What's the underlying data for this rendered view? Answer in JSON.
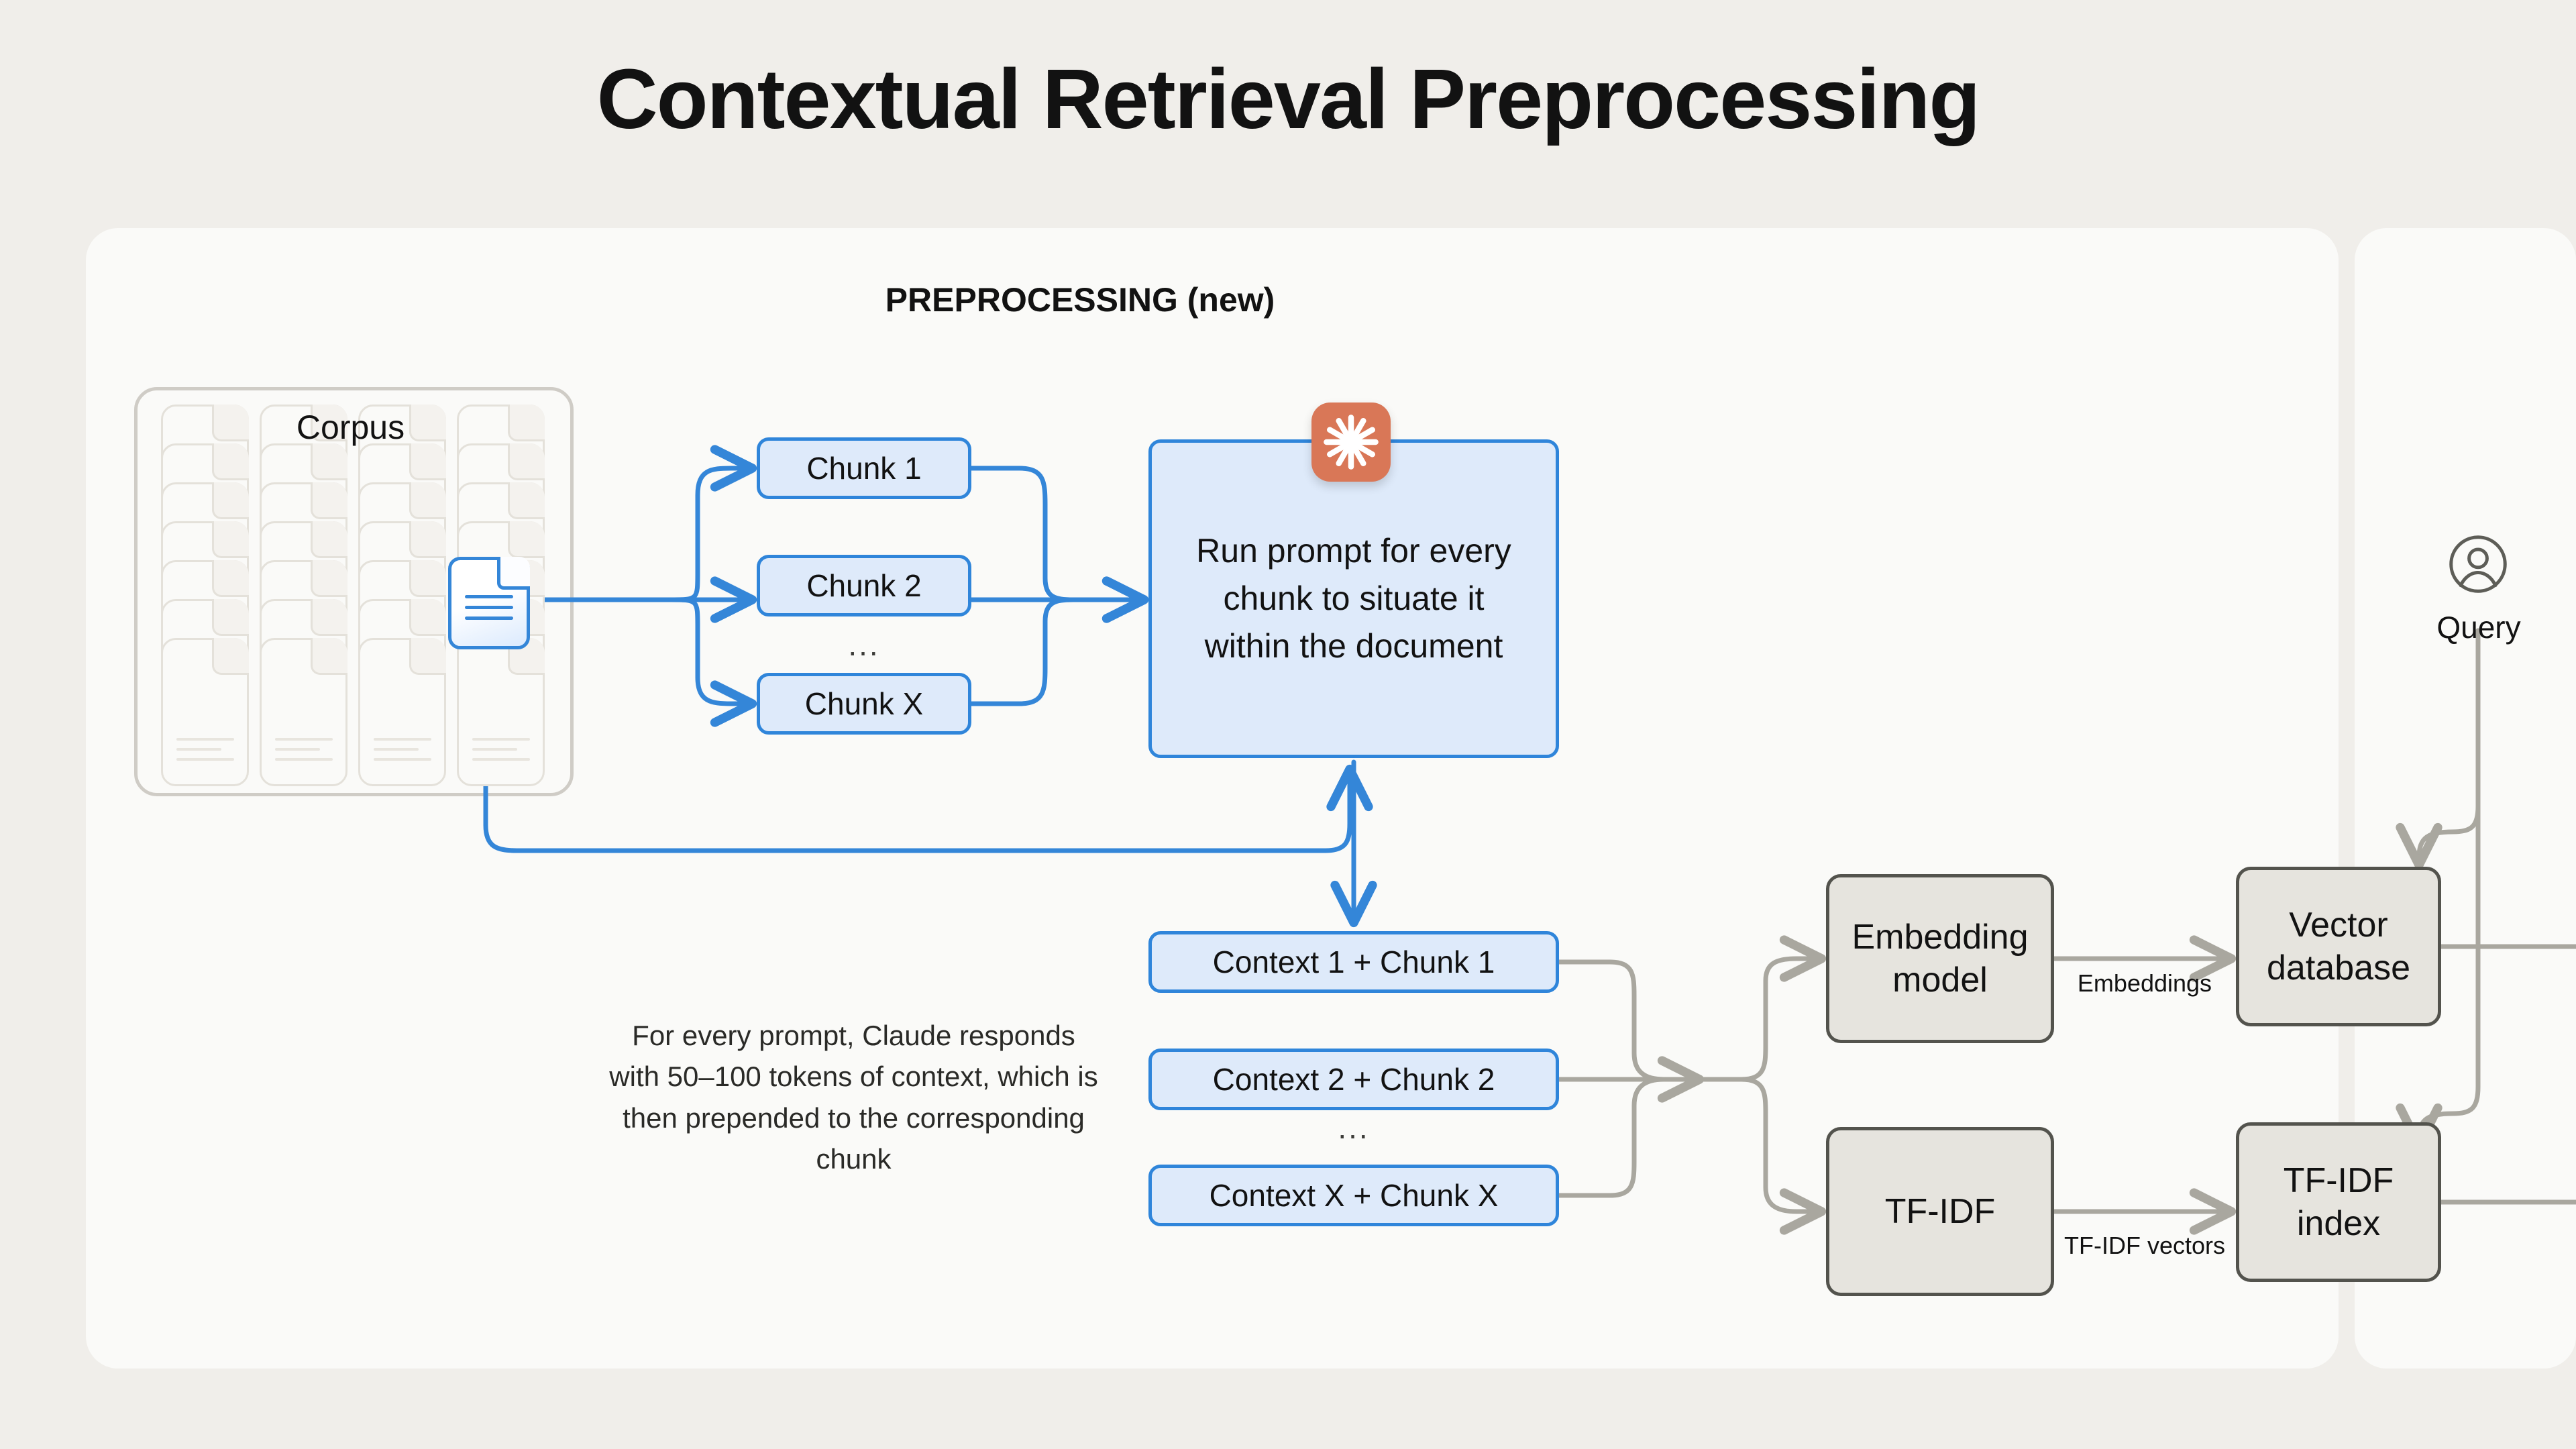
{
  "title": "Contextual Retrieval Preprocessing",
  "section": {
    "label": "PREPROCESSING (new)"
  },
  "corpus": {
    "label": "Corpus",
    "columns": 4,
    "docs_per_column": 7
  },
  "chunks": [
    {
      "label": "Chunk 1"
    },
    {
      "label": "Chunk 2"
    },
    {
      "label": "Chunk X"
    }
  ],
  "chunk_ellipsis": "...",
  "prompt": {
    "text": "Run prompt for every chunk to situate it within the document",
    "badge_icon": "claude-starburst-icon",
    "badge_color": "#d97757"
  },
  "note": "For every prompt, Claude responds with 50–100 tokens of context, which is then prepended to the corresponding chunk",
  "contexts": [
    {
      "label": "Context 1 + Chunk 1"
    },
    {
      "label": "Context 2 + Chunk 2"
    },
    {
      "label": "Context X + Chunk X"
    }
  ],
  "context_ellipsis": "...",
  "pipeline": {
    "embedding_model": "Embedding model",
    "tfidf": "TF-IDF",
    "vector_database": "Vector database",
    "tfidf_index": "TF-IDF index",
    "edge_embeddings": "Embeddings",
    "edge_tfidf_vectors": "TF-IDF vectors"
  },
  "query": {
    "label": "Query",
    "icon": "user-circle-icon"
  },
  "colors": {
    "page_background": "#f0eeea",
    "panel_background": "#fafaf8",
    "blue_stroke": "#2f85da",
    "blue_fill": "#deeafa",
    "gray_fill": "#e6e4de",
    "gray_stroke": "#53534d",
    "wire_gray": "#a9a79f",
    "wire_blue": "#3486d8",
    "accent_orange": "#d97757"
  }
}
